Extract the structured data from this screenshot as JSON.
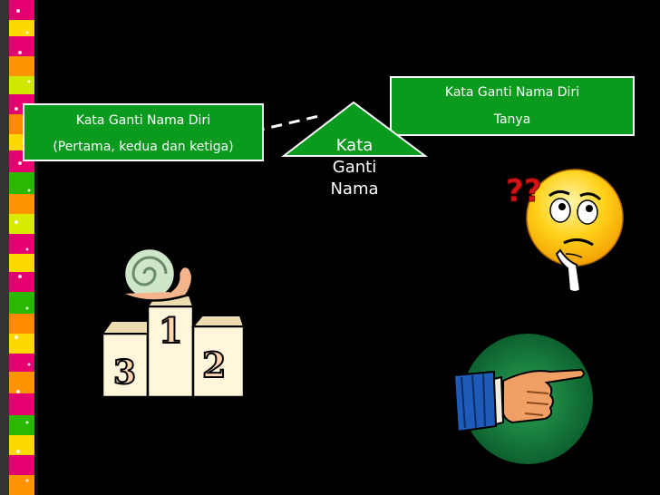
{
  "diagram": {
    "center": {
      "line1": "Kata",
      "line2": "Ganti",
      "line3": "Nama"
    },
    "left_box": {
      "line1": "Kata Ganti Nama Diri",
      "line2": "(Pertama, kedua dan ketiga)"
    },
    "right_box": {
      "line1": "Kata Ganti Nama Diri",
      "line2": "Tanya"
    }
  },
  "clipart": {
    "podium": {
      "place_1": "1",
      "place_2": "2",
      "place_3": "3"
    },
    "thinking_face": {
      "marks": "??"
    }
  },
  "colors": {
    "box_fill": "#0a9a1e",
    "background": "#000000"
  }
}
